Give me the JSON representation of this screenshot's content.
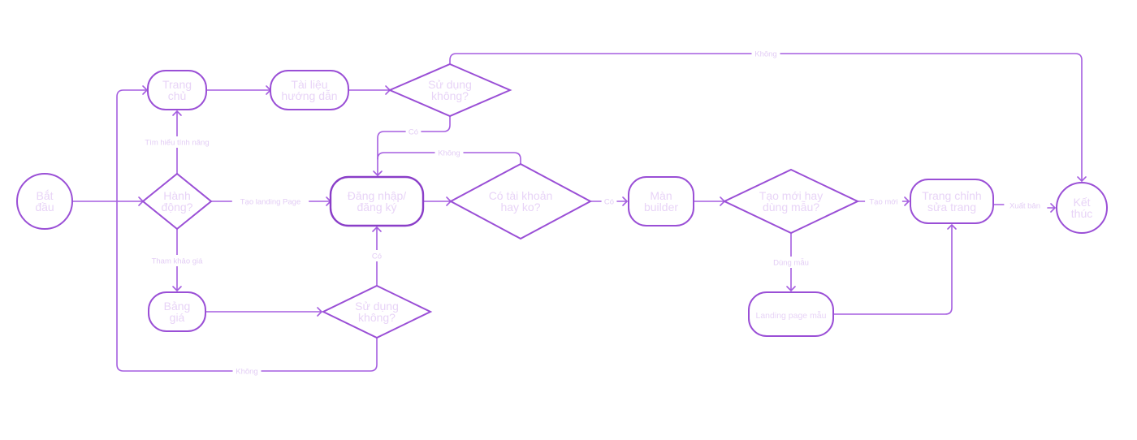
{
  "diagram": {
    "type": "flowchart",
    "colors": {
      "stroke": "#9a4fd6",
      "edge": "#a55ee0",
      "node_text": "#e8d4f7",
      "edge_label": "#e3cdf5",
      "background": "#ffffff"
    },
    "nodes": {
      "start": {
        "shape": "circle",
        "lines": [
          "Bắt",
          "đầu"
        ]
      },
      "action": {
        "shape": "diamond",
        "lines": [
          "Hành",
          "động?"
        ]
      },
      "home": {
        "shape": "rounded",
        "lines": [
          "Trang",
          "chủ"
        ]
      },
      "docs": {
        "shape": "rounded",
        "lines": [
          "Tài liệu",
          "hướng dẫn"
        ]
      },
      "use_top": {
        "shape": "diamond",
        "lines": [
          "Sử dụng",
          "không?"
        ]
      },
      "login": {
        "shape": "rounded",
        "lines": [
          "Đăng nhập/",
          "đăng ký"
        ]
      },
      "has_account": {
        "shape": "diamond",
        "lines": [
          "Có tài khoản",
          "hay ko?"
        ]
      },
      "builder": {
        "shape": "rounded",
        "lines": [
          "Màn",
          "builder"
        ]
      },
      "new_or_tpl": {
        "shape": "diamond",
        "lines": [
          "Tạo mới hay",
          "dùng mẫu?"
        ]
      },
      "edit_page": {
        "shape": "rounded",
        "lines": [
          "Trang chỉnh",
          "sửa trang"
        ]
      },
      "end": {
        "shape": "circle",
        "lines": [
          "Kết",
          "thúc"
        ]
      },
      "pricing": {
        "shape": "rounded",
        "lines": [
          "Bảng",
          "giá"
        ]
      },
      "use_bottom": {
        "shape": "diamond",
        "lines": [
          "Sử dụng",
          "không?"
        ]
      },
      "template_page": {
        "shape": "rounded",
        "lines": [
          "Landing page mẫu"
        ]
      }
    },
    "edges": [
      {
        "from": "start",
        "to": "action",
        "label": ""
      },
      {
        "from": "action",
        "to": "home",
        "label": "Tìm  hiểu tính năng"
      },
      {
        "from": "action",
        "to": "login",
        "label": "Tạo landing Page"
      },
      {
        "from": "action",
        "to": "pricing",
        "label": "Tham khảo giá"
      },
      {
        "from": "home",
        "to": "docs",
        "label": ""
      },
      {
        "from": "docs",
        "to": "use_top",
        "label": ""
      },
      {
        "from": "use_top",
        "to": "login",
        "label": "Có"
      },
      {
        "from": "use_top",
        "to": "end",
        "label": "Không"
      },
      {
        "from": "login",
        "to": "has_account",
        "label": ""
      },
      {
        "from": "has_account",
        "to": "login",
        "label": "Không"
      },
      {
        "from": "has_account",
        "to": "builder",
        "label": "Có"
      },
      {
        "from": "builder",
        "to": "new_or_tpl",
        "label": ""
      },
      {
        "from": "new_or_tpl",
        "to": "edit_page",
        "label": "Tạo mới"
      },
      {
        "from": "new_or_tpl",
        "to": "template_page",
        "label": "Dùng mẫu"
      },
      {
        "from": "template_page",
        "to": "edit_page",
        "label": ""
      },
      {
        "from": "edit_page",
        "to": "end",
        "label": "Xuất bản"
      },
      {
        "from": "pricing",
        "to": "use_bottom",
        "label": ""
      },
      {
        "from": "use_bottom",
        "to": "login",
        "label": "Có"
      },
      {
        "from": "use_bottom",
        "to": "home",
        "label": "Không"
      }
    ]
  }
}
